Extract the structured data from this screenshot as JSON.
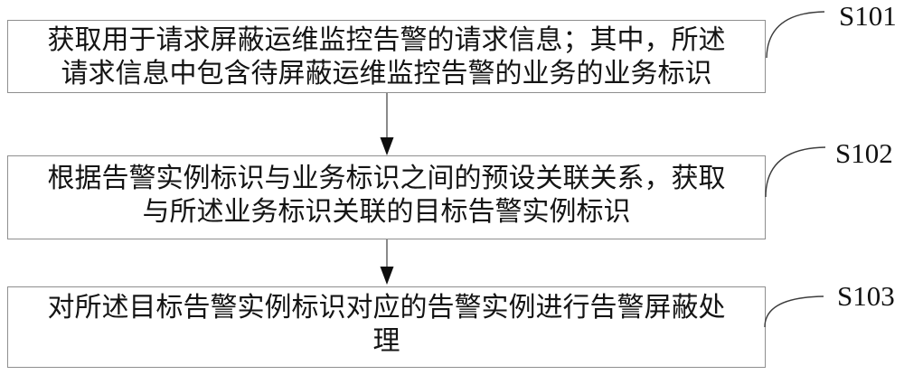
{
  "page": {
    "background": "#ffffff",
    "figure_type": "patent-flowchart"
  },
  "diagram": {
    "type": "flowchart",
    "steps": [
      {
        "id": "S101",
        "text_lines": [
          "获取用于请求屏蔽运维监控告警的请求信息；其中，所述",
          "请求信息中包含待屏蔽运维监控告警的业务的业务标识"
        ]
      },
      {
        "id": "S102",
        "text_lines": [
          "根据告警实例标识与业务标识之间的预设关联关系，获取",
          "与所述业务标识关联的目标告警实例标识"
        ]
      },
      {
        "id": "S103",
        "text_lines": [
          "对所述目标告警实例标识对应的告警实例进行告警屏蔽处",
          "理"
        ]
      }
    ],
    "connections": [
      {
        "from": "S101",
        "to": "S102",
        "style": "arrow-down"
      },
      {
        "from": "S102",
        "to": "S103",
        "style": "arrow-down"
      }
    ],
    "colors": {
      "box_border": "#8f8f8f",
      "text": "#141414",
      "connector": "#3c3c3c",
      "arrowhead": "#0d0d0d",
      "background": "#ffffff"
    }
  }
}
